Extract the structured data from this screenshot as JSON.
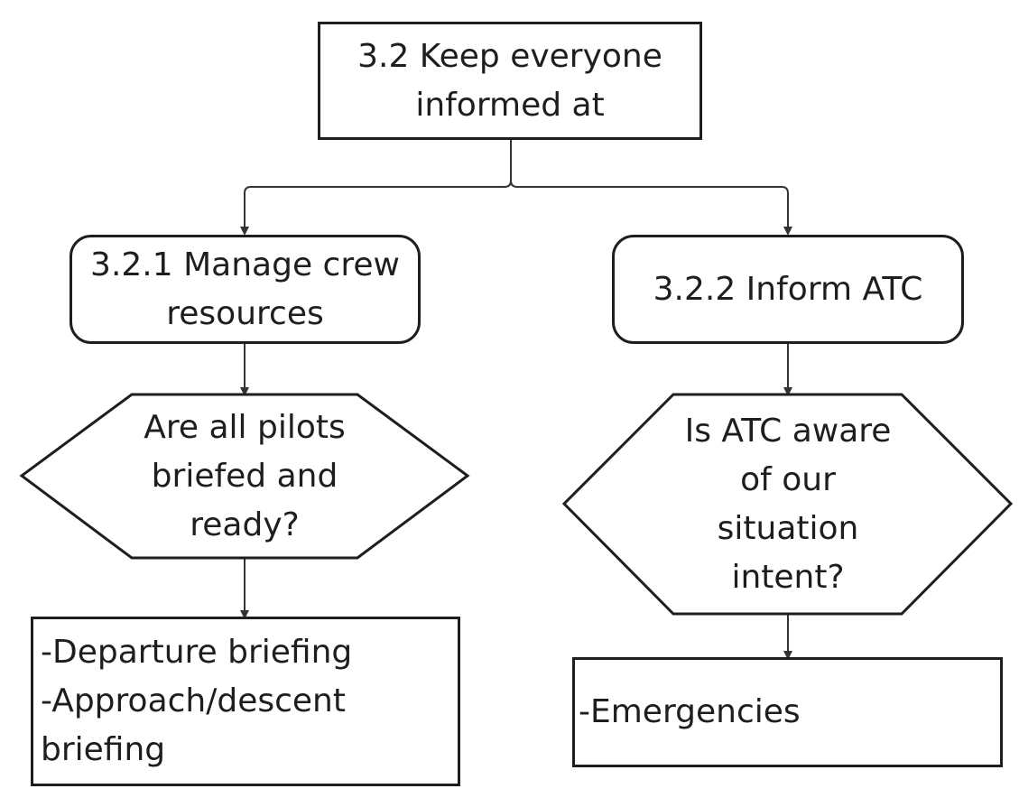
{
  "nodes": {
    "root": {
      "lines": [
        "3.2 Keep everyone",
        "informed at"
      ]
    },
    "manage_crew": {
      "lines": [
        "3.2.1 Manage crew",
        "resources"
      ]
    },
    "inform_atc": {
      "lines": [
        "3.2.2 Inform ATC"
      ]
    },
    "pilots_question": {
      "lines": [
        "Are all pilots",
        "briefed and",
        "ready?"
      ]
    },
    "atc_question": {
      "lines": [
        "Is ATC aware",
        "of our",
        "situation",
        "intent?"
      ]
    },
    "briefings": {
      "lines": [
        "-Departure briefing",
        "-Approach/descent",
        "briefing"
      ]
    },
    "emergencies": {
      "lines": [
        "-Emergencies"
      ]
    }
  },
  "colors": {
    "stroke": "#1e1e1e",
    "background": "#ffffff",
    "text": "#1e1e1e"
  }
}
